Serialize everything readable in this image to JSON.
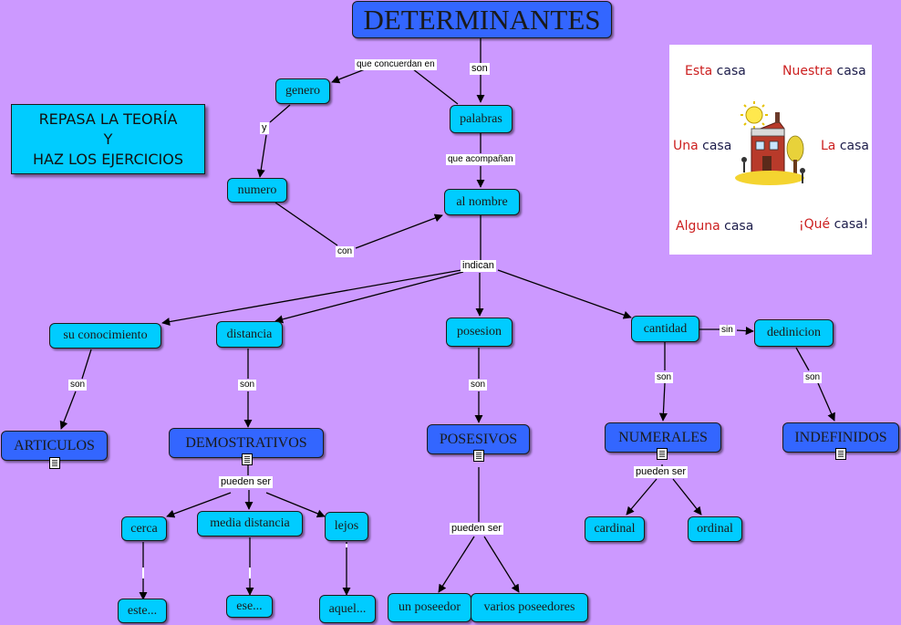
{
  "title": "DETERMINANTES",
  "instruction": {
    "line1": "REPASA LA TEORÍA",
    "line2": "Y",
    "line3": "HAZ LOS EJERCICIOS"
  },
  "nodes": {
    "genero": "genero",
    "numero": "numero",
    "palabras": "palabras",
    "al_nombre": "al nombre",
    "su_conocimiento": "su conocimiento",
    "distancia": "distancia",
    "posesion": "posesion",
    "cantidad": "cantidad",
    "dedinicion": "dedinicion",
    "articulos": "ARTICULOS",
    "demostrativos": "DEMOSTRATIVOS",
    "posesivos": "POSESIVOS",
    "numerales": "NUMERALES",
    "indefinidos": "INDEFINIDOS",
    "cerca": "cerca",
    "media_distancia": "media distancia",
    "lejos": "lejos",
    "este": "este...",
    "ese": "ese...",
    "aquel": "aquel...",
    "un_poseedor": "un poseedor",
    "varios_poseedores": "varios poseedores",
    "cardinal": "cardinal",
    "ordinal": "ordinal"
  },
  "links": {
    "son": "son",
    "que_concuerdan_en": "que concuerdan en",
    "y": "y",
    "que_acompanan": "que acompañan",
    "con": "con",
    "indican": "indican",
    "sin": "sin",
    "pueden_ser": "pueden ser"
  },
  "image_captions": {
    "c1_a": "Esta",
    "c1_b": "casa",
    "c2_a": "Nuestra",
    "c2_b": "casa",
    "c3_a": "Una",
    "c3_b": "casa",
    "c4_a": "La",
    "c4_b": "casa",
    "c5_a": "Alguna",
    "c5_b": "casa",
    "c6_a": "¡Qué",
    "c6_b": "casa!"
  },
  "colors": {
    "background": "#cc99ff",
    "concept": "#00ccff",
    "category": "#3366ff",
    "caption_red": "#cc1f1f",
    "caption_navy": "#1c1c4a"
  }
}
